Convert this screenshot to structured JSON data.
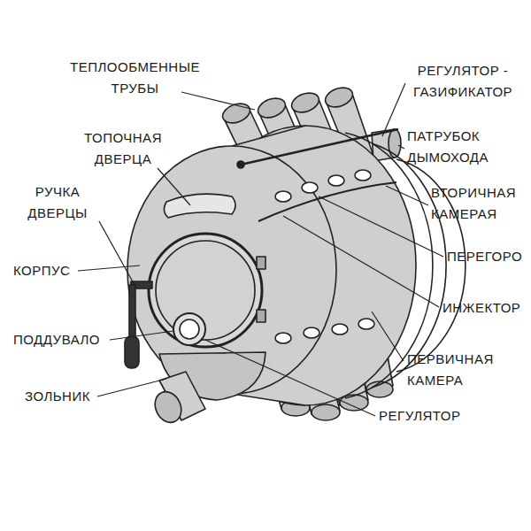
{
  "diagram": {
    "labels": [
      "ТЕПЛООБМЕННЫЕ ТРУБЫ",
      "ТОПОЧНАЯ ДВЕРЦА",
      "РУЧКА ДВЕРЦЫ",
      "КОРПУС",
      "ПОДДУВАЛО",
      "ЗОЛЬНИК",
      "РЕГУЛЯТОР - ГАЗИФИКАТОР",
      "ПАТРУБОК ДЫМОХОДА",
      "ВТОРИЧНАЯ КАМЕРАЯ",
      "ПЕРЕГОРО",
      "ИНЖЕКТОР",
      "ПЕРВИЧНАЯ КАМЕРА",
      "РЕГУЛЯТОР"
    ]
  }
}
